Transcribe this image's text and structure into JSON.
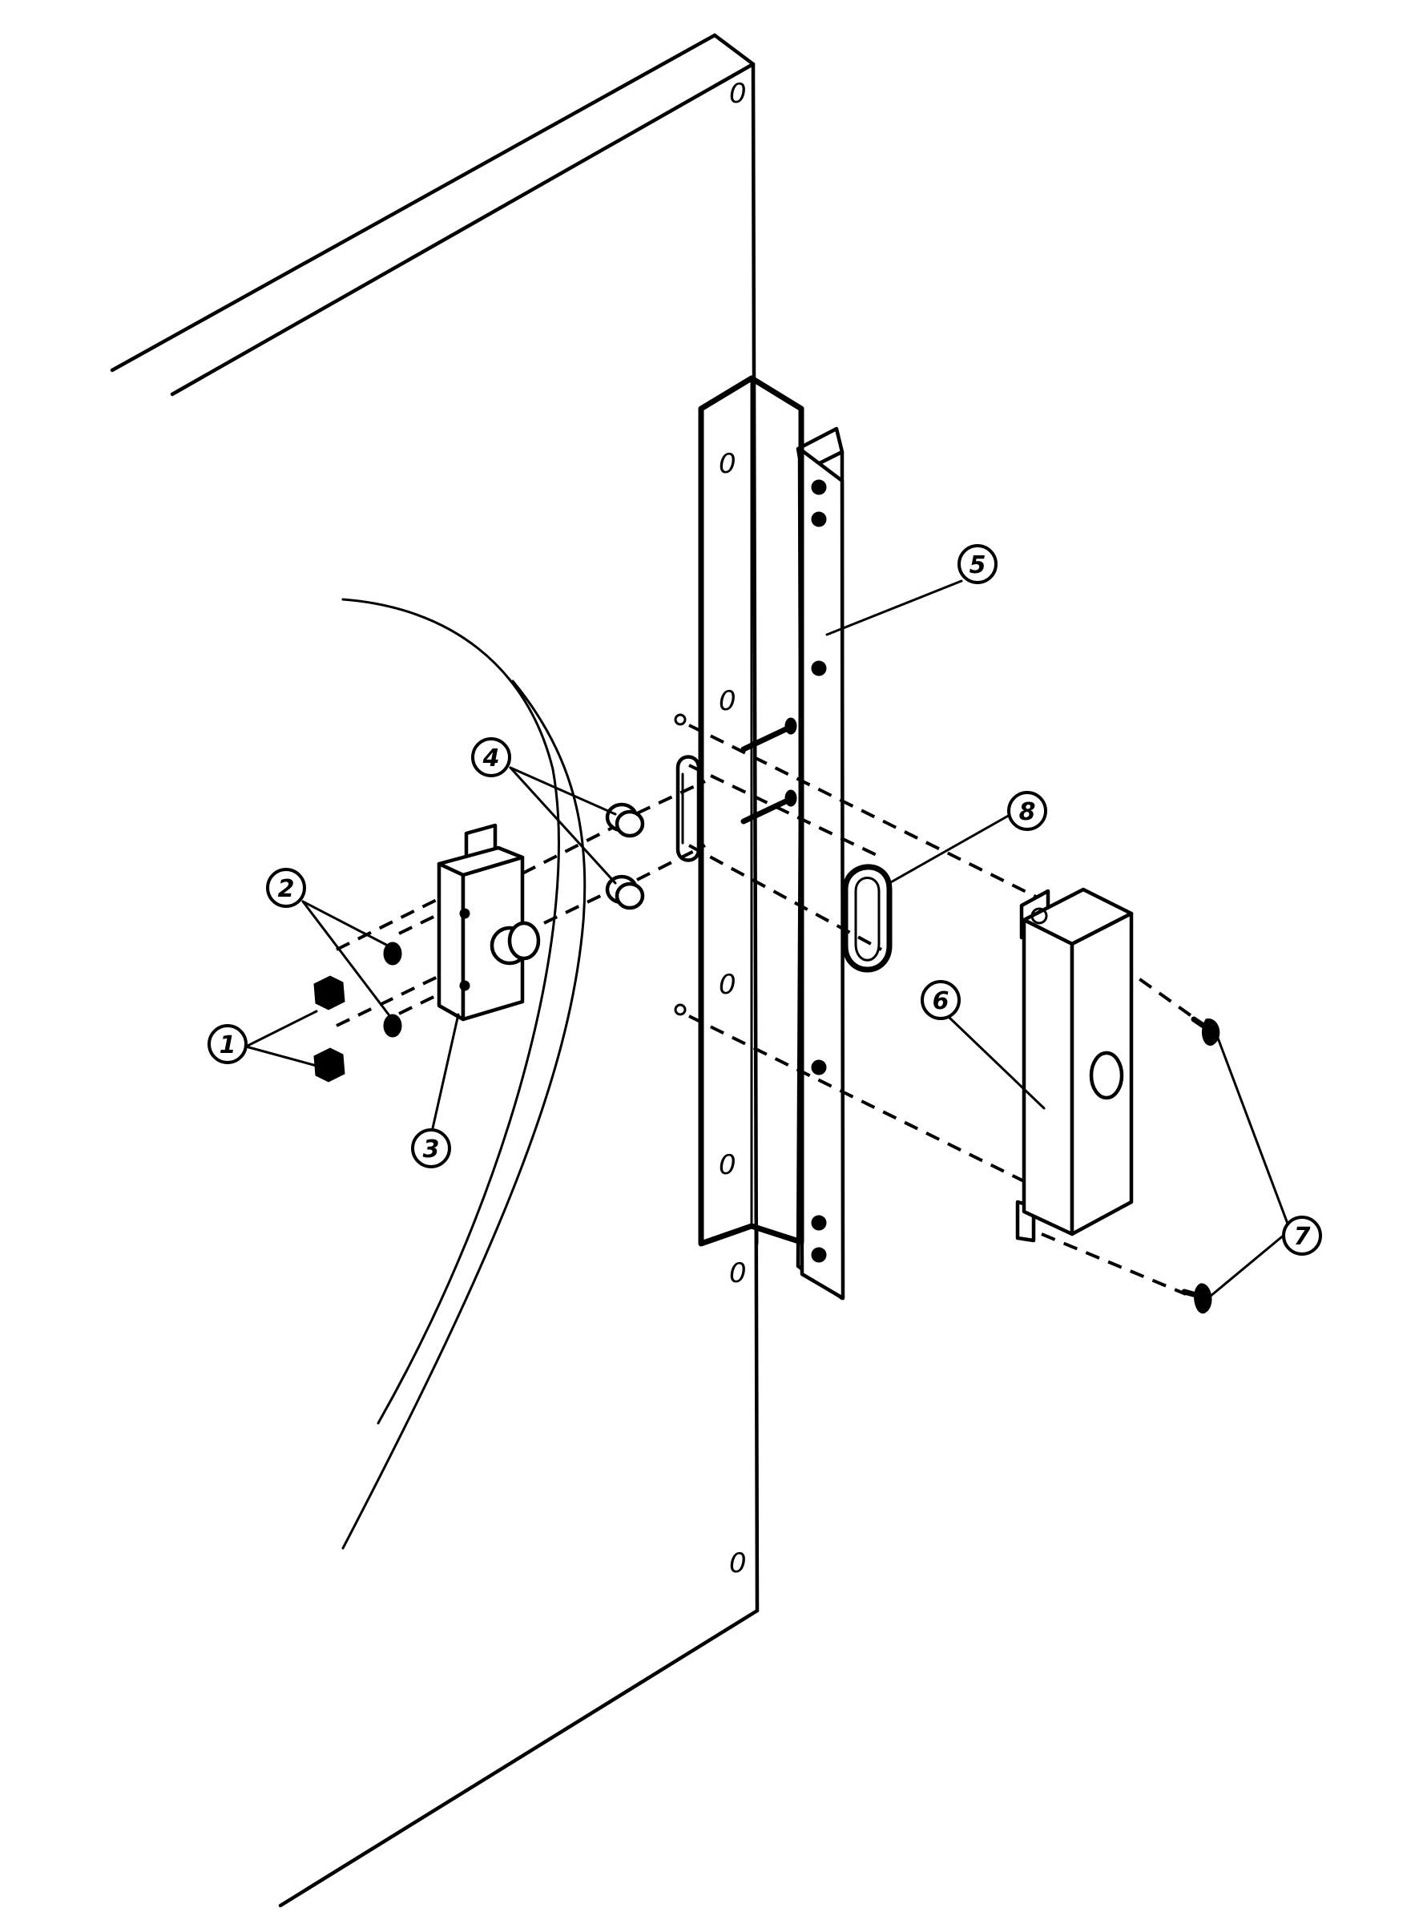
{
  "callouts": [
    {
      "label": "1"
    },
    {
      "label": "2"
    },
    {
      "label": "3"
    },
    {
      "label": "4"
    },
    {
      "label": "5"
    },
    {
      "label": "6"
    },
    {
      "label": "7"
    },
    {
      "label": "8"
    }
  ],
  "hole_mark": "0"
}
